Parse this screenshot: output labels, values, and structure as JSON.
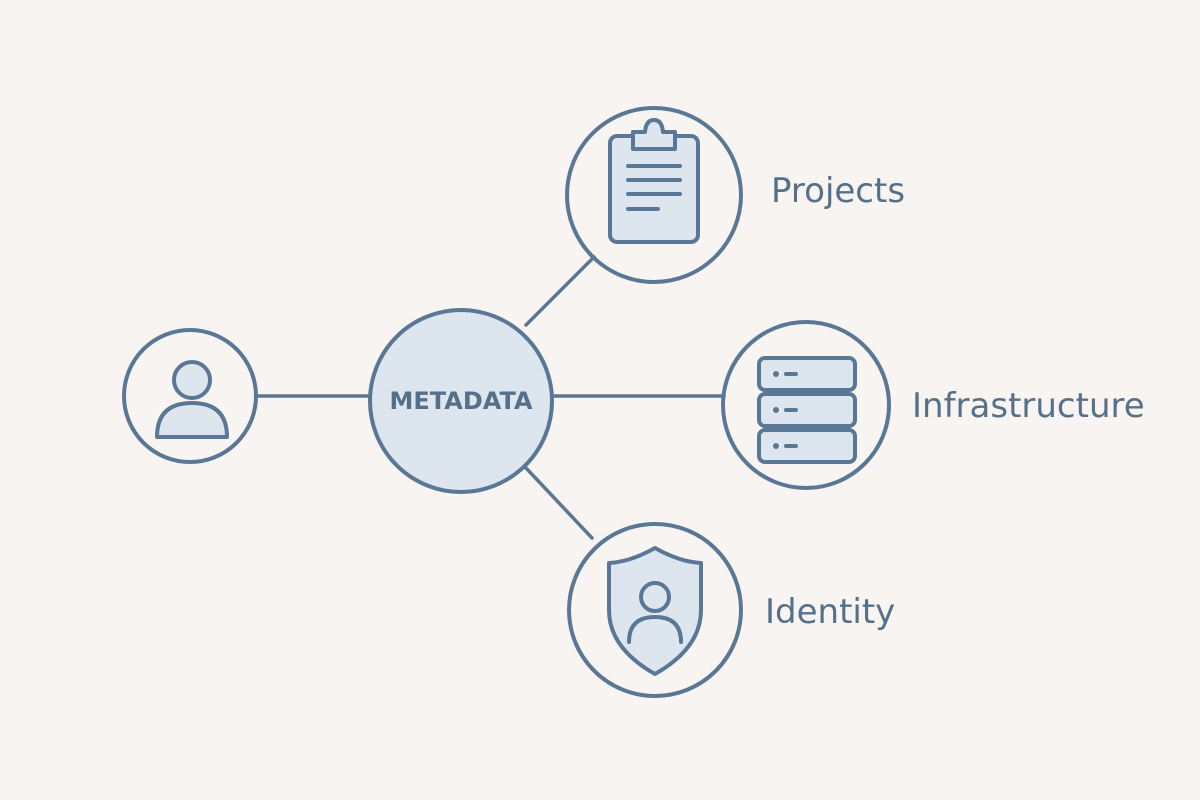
{
  "colors": {
    "background": "#f8f4f1",
    "stroke": "#5a7896",
    "fill": "#dde6ef",
    "text": "#56708a"
  },
  "diagram": {
    "hub": {
      "label": "METADATA"
    },
    "nodes": [
      {
        "id": "user",
        "icon": "user-icon",
        "label": ""
      },
      {
        "id": "projects",
        "icon": "clipboard-icon",
        "label": "Projects"
      },
      {
        "id": "infrastructure",
        "icon": "server-icon",
        "label": "Infrastructure"
      },
      {
        "id": "identity",
        "icon": "shield-user-icon",
        "label": "Identity"
      }
    ],
    "edges": [
      {
        "from": "metadata",
        "to": "user"
      },
      {
        "from": "metadata",
        "to": "projects"
      },
      {
        "from": "metadata",
        "to": "infrastructure"
      },
      {
        "from": "metadata",
        "to": "identity"
      }
    ]
  }
}
